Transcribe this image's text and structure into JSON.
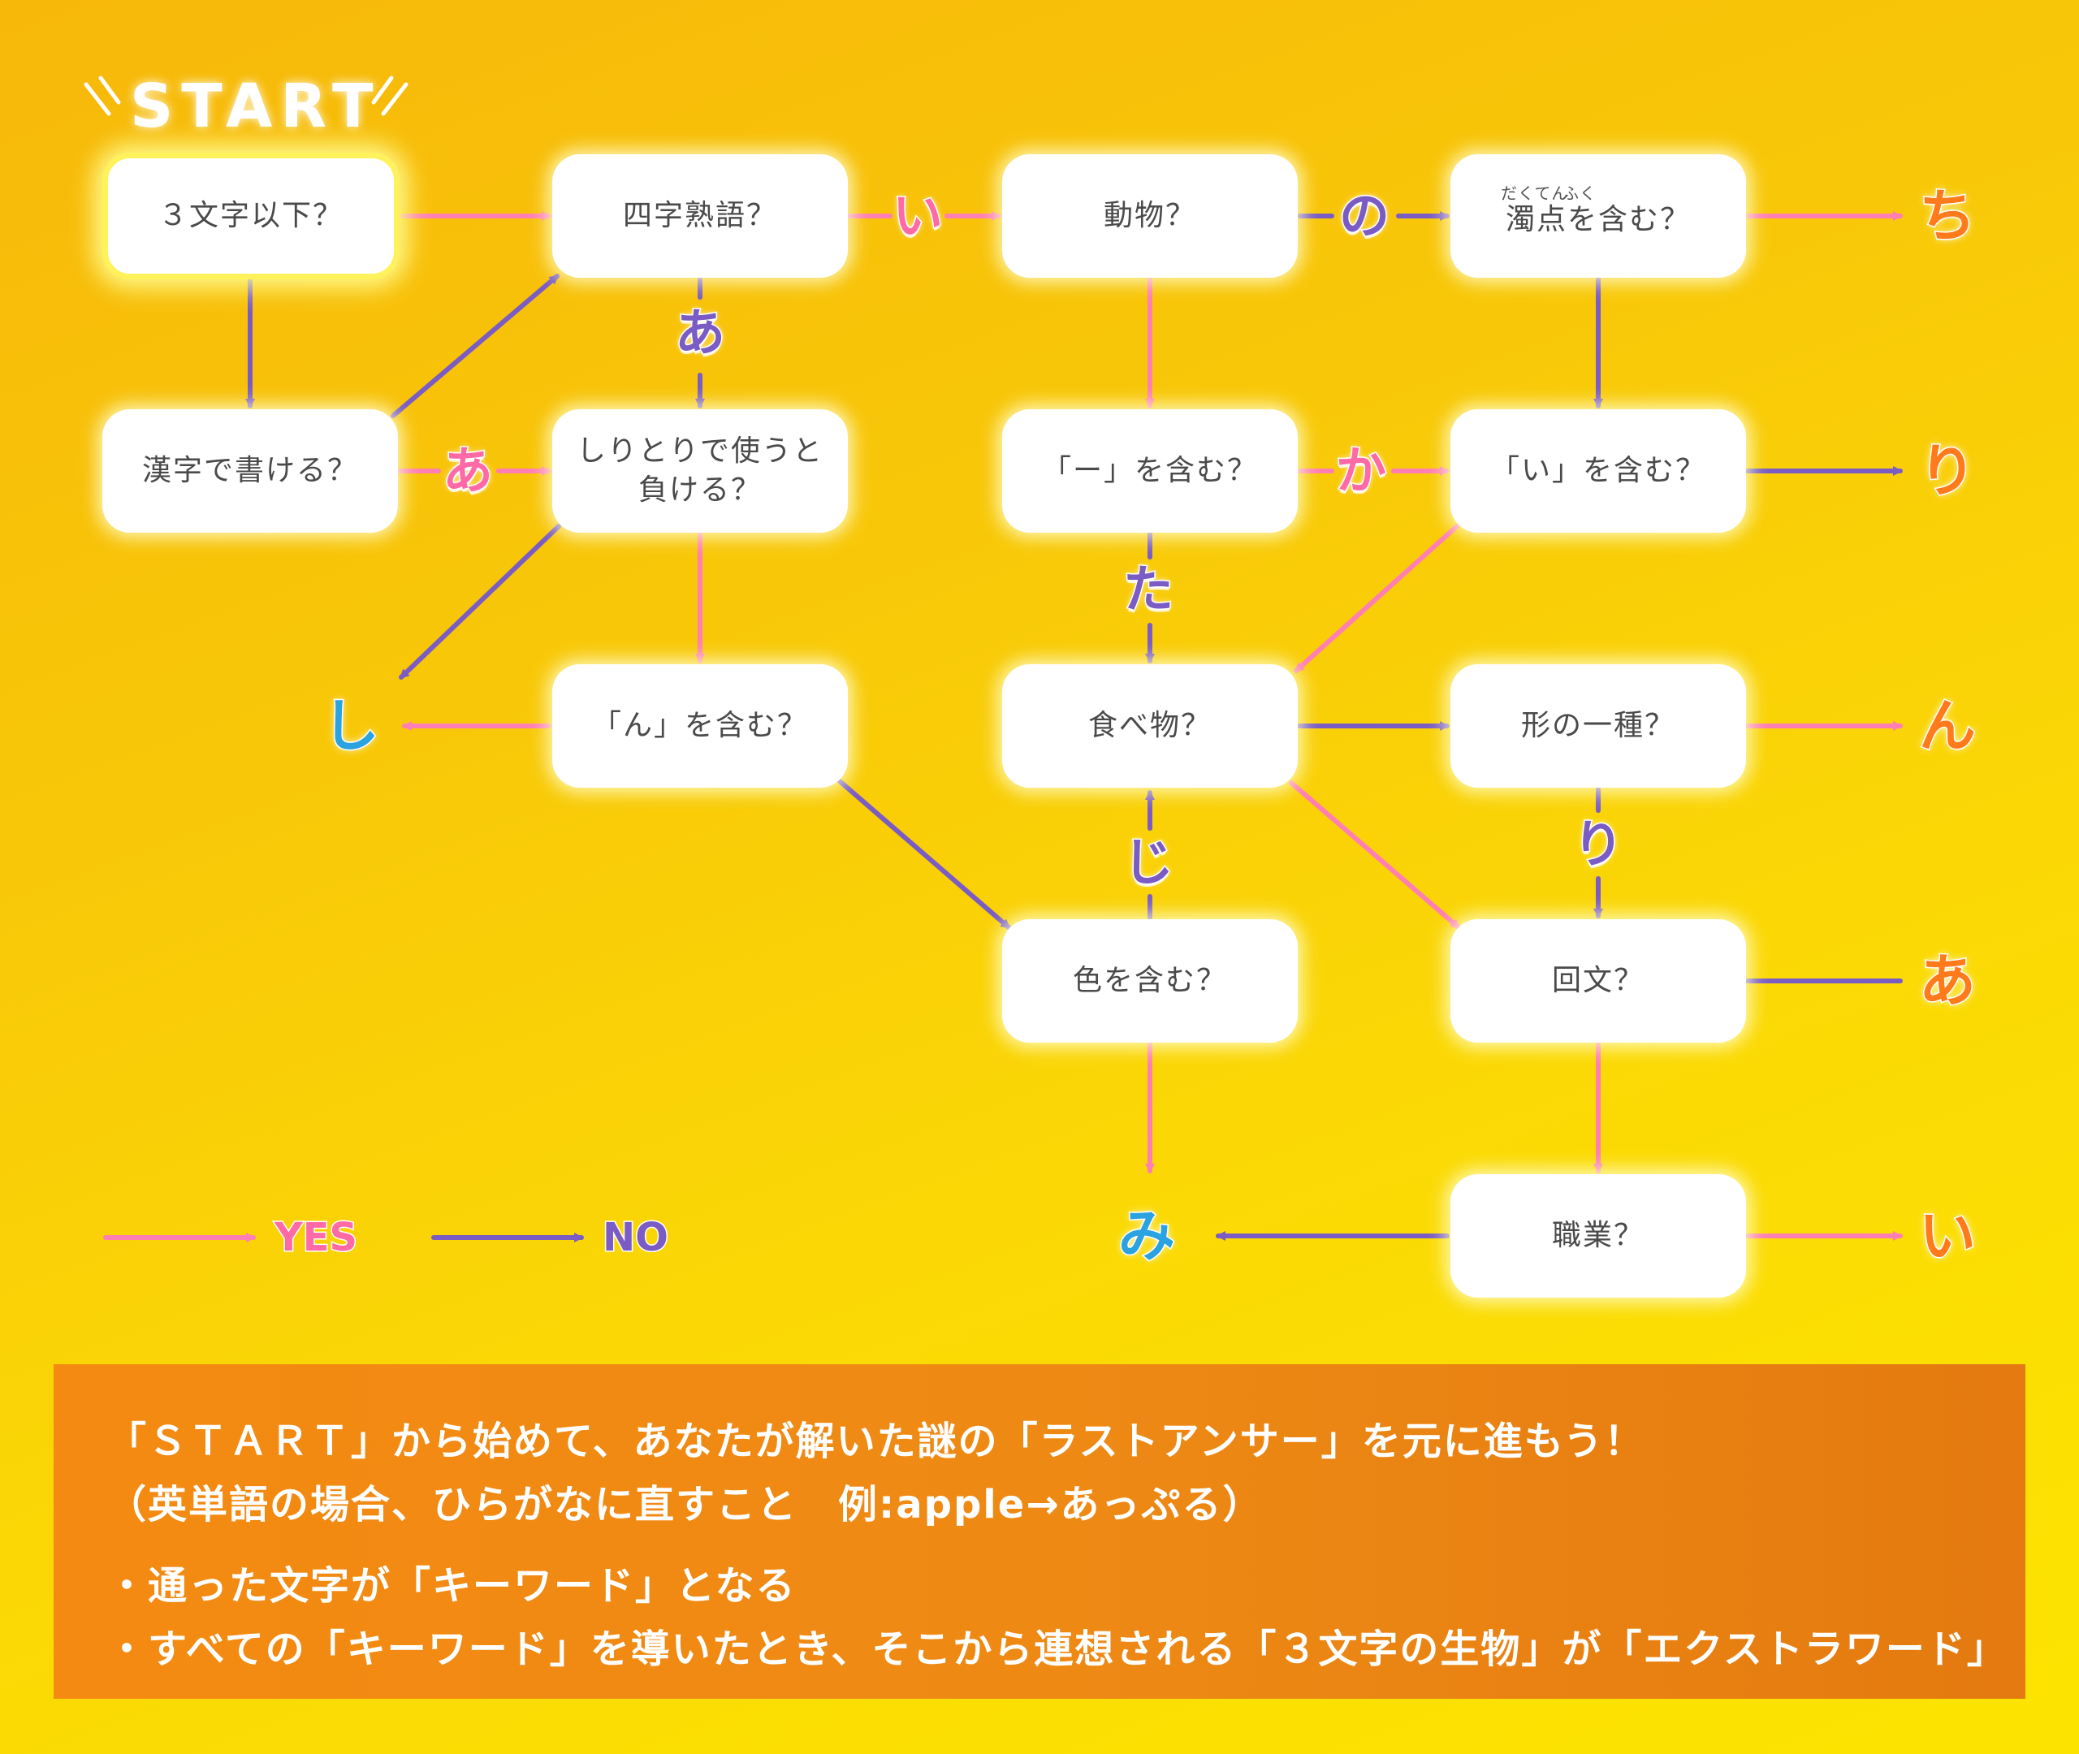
{
  "start_label": "START",
  "nodes": {
    "n_3moji": "３文字以下？",
    "n_yoji": "四字熟語？",
    "n_doubutsu": "動物？",
    "n_dakuten": "濁点を含む？",
    "n_kanji": "漢字で書ける？",
    "n_shiritori": "しりとりで使うと\n負ける？",
    "n_bou": "「ー」を含む？",
    "n_i": "「い」を含む？",
    "n_n": "「ん」を含む？",
    "n_tabemono": "食べ物？",
    "n_katachi": "形の一種？",
    "n_iro": "色を含む？",
    "n_kaibun": "回文？",
    "n_shokugyou": "職業？"
  },
  "ruby": {
    "dakuten": "だくてん",
    "fuku": "ふく"
  },
  "edge_labels": {
    "yoji_doubutsu": "い",
    "yoji_shiritori": "あ",
    "doubutsu_dakuten": "の",
    "kanji_shiritori": "あ",
    "bou_i": "か",
    "bou_tabemono": "た",
    "iro_tabemono": "じ",
    "katachi_kaibun": "り"
  },
  "outputs": {
    "chi": "ち",
    "ri": "り",
    "n": "ん",
    "a": "あ",
    "i": "い",
    "shi": "し",
    "mi": "み"
  },
  "legend": {
    "yes": "YES",
    "no": "NO"
  },
  "colors": {
    "yes": "#ff7fb4",
    "no": "#7a5cc4",
    "output": "#ff7a1a",
    "output_blue": "#2aa3e0"
  },
  "instructions": {
    "line1": "「ＳＴＡＲＴ」から始めて、あなたが解いた謎の「ラストアンサー」を元に進もう！",
    "line2": "（英単語の場合、ひらがなに直すこと　例:apple→あっぷる）",
    "line3": "・通った文字が「キーワード」となる",
    "line4": "・すべての「キーワード」を導いたとき、そこから連想される「３文字の生物」が「エクストラワード」"
  }
}
